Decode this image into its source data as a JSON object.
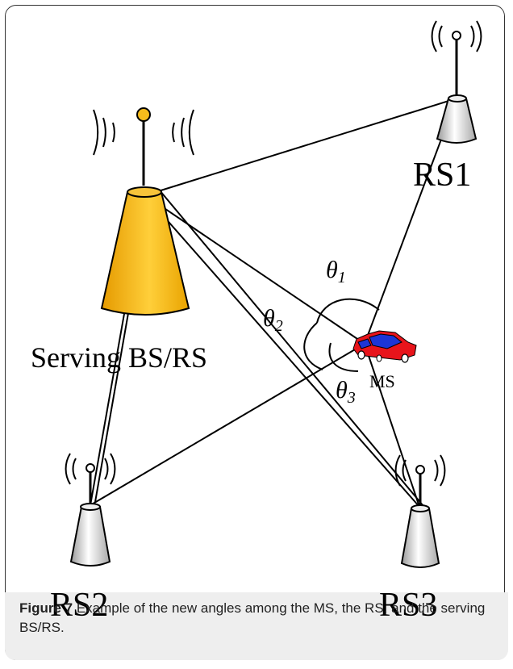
{
  "diagram": {
    "nodes": {
      "serving": "Serving BS/RS",
      "rs1": "RS1",
      "rs2": "RS2",
      "rs3": "RS3",
      "ms": "MS"
    },
    "angles": {
      "theta1": "θ",
      "theta1_sub": "1",
      "theta2": "θ",
      "theta2_sub": "2",
      "theta3": "θ",
      "theta3_sub": "3"
    },
    "colors": {
      "serving_tower": "#f7bc1c",
      "rs_tower": "#d9d9d9",
      "car_body": "#e8141b",
      "car_window": "#1d35d6",
      "line": "#000000"
    }
  },
  "caption": {
    "label": "Figure 7",
    "text": " Example of the new angles among the MS, the RS, and the serving BS/RS."
  }
}
